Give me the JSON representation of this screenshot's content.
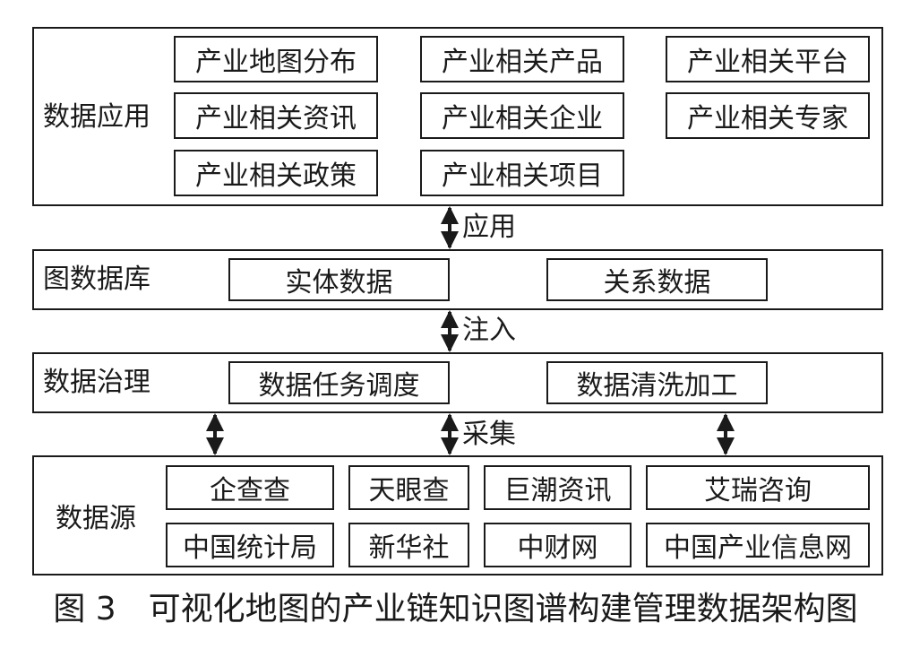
{
  "layers": {
    "application": {
      "label": "数据应用",
      "items": [
        "产业地图分布",
        "产业相关产品",
        "产业相关平台",
        "产业相关资讯",
        "产业相关企业",
        "产业相关专家",
        "产业相关政策",
        "产业相关项目"
      ]
    },
    "graph_db": {
      "label": "图数据库",
      "items": [
        "实体数据",
        "关系数据"
      ]
    },
    "governance": {
      "label": "数据治理",
      "items": [
        "数据任务调度",
        "数据清洗加工"
      ]
    },
    "source": {
      "label": "数据源",
      "items": [
        "企查查",
        "天眼查",
        "巨潮资讯",
        "艾瑞咨询",
        "中国统计局",
        "新华社",
        "中财网",
        "中国产业信息网"
      ]
    }
  },
  "arrows": {
    "apply": "应用",
    "inject": "注入",
    "collect": "采集"
  },
  "caption": "图 3　可视化地图的产业链知识图谱构建管理数据架构图"
}
